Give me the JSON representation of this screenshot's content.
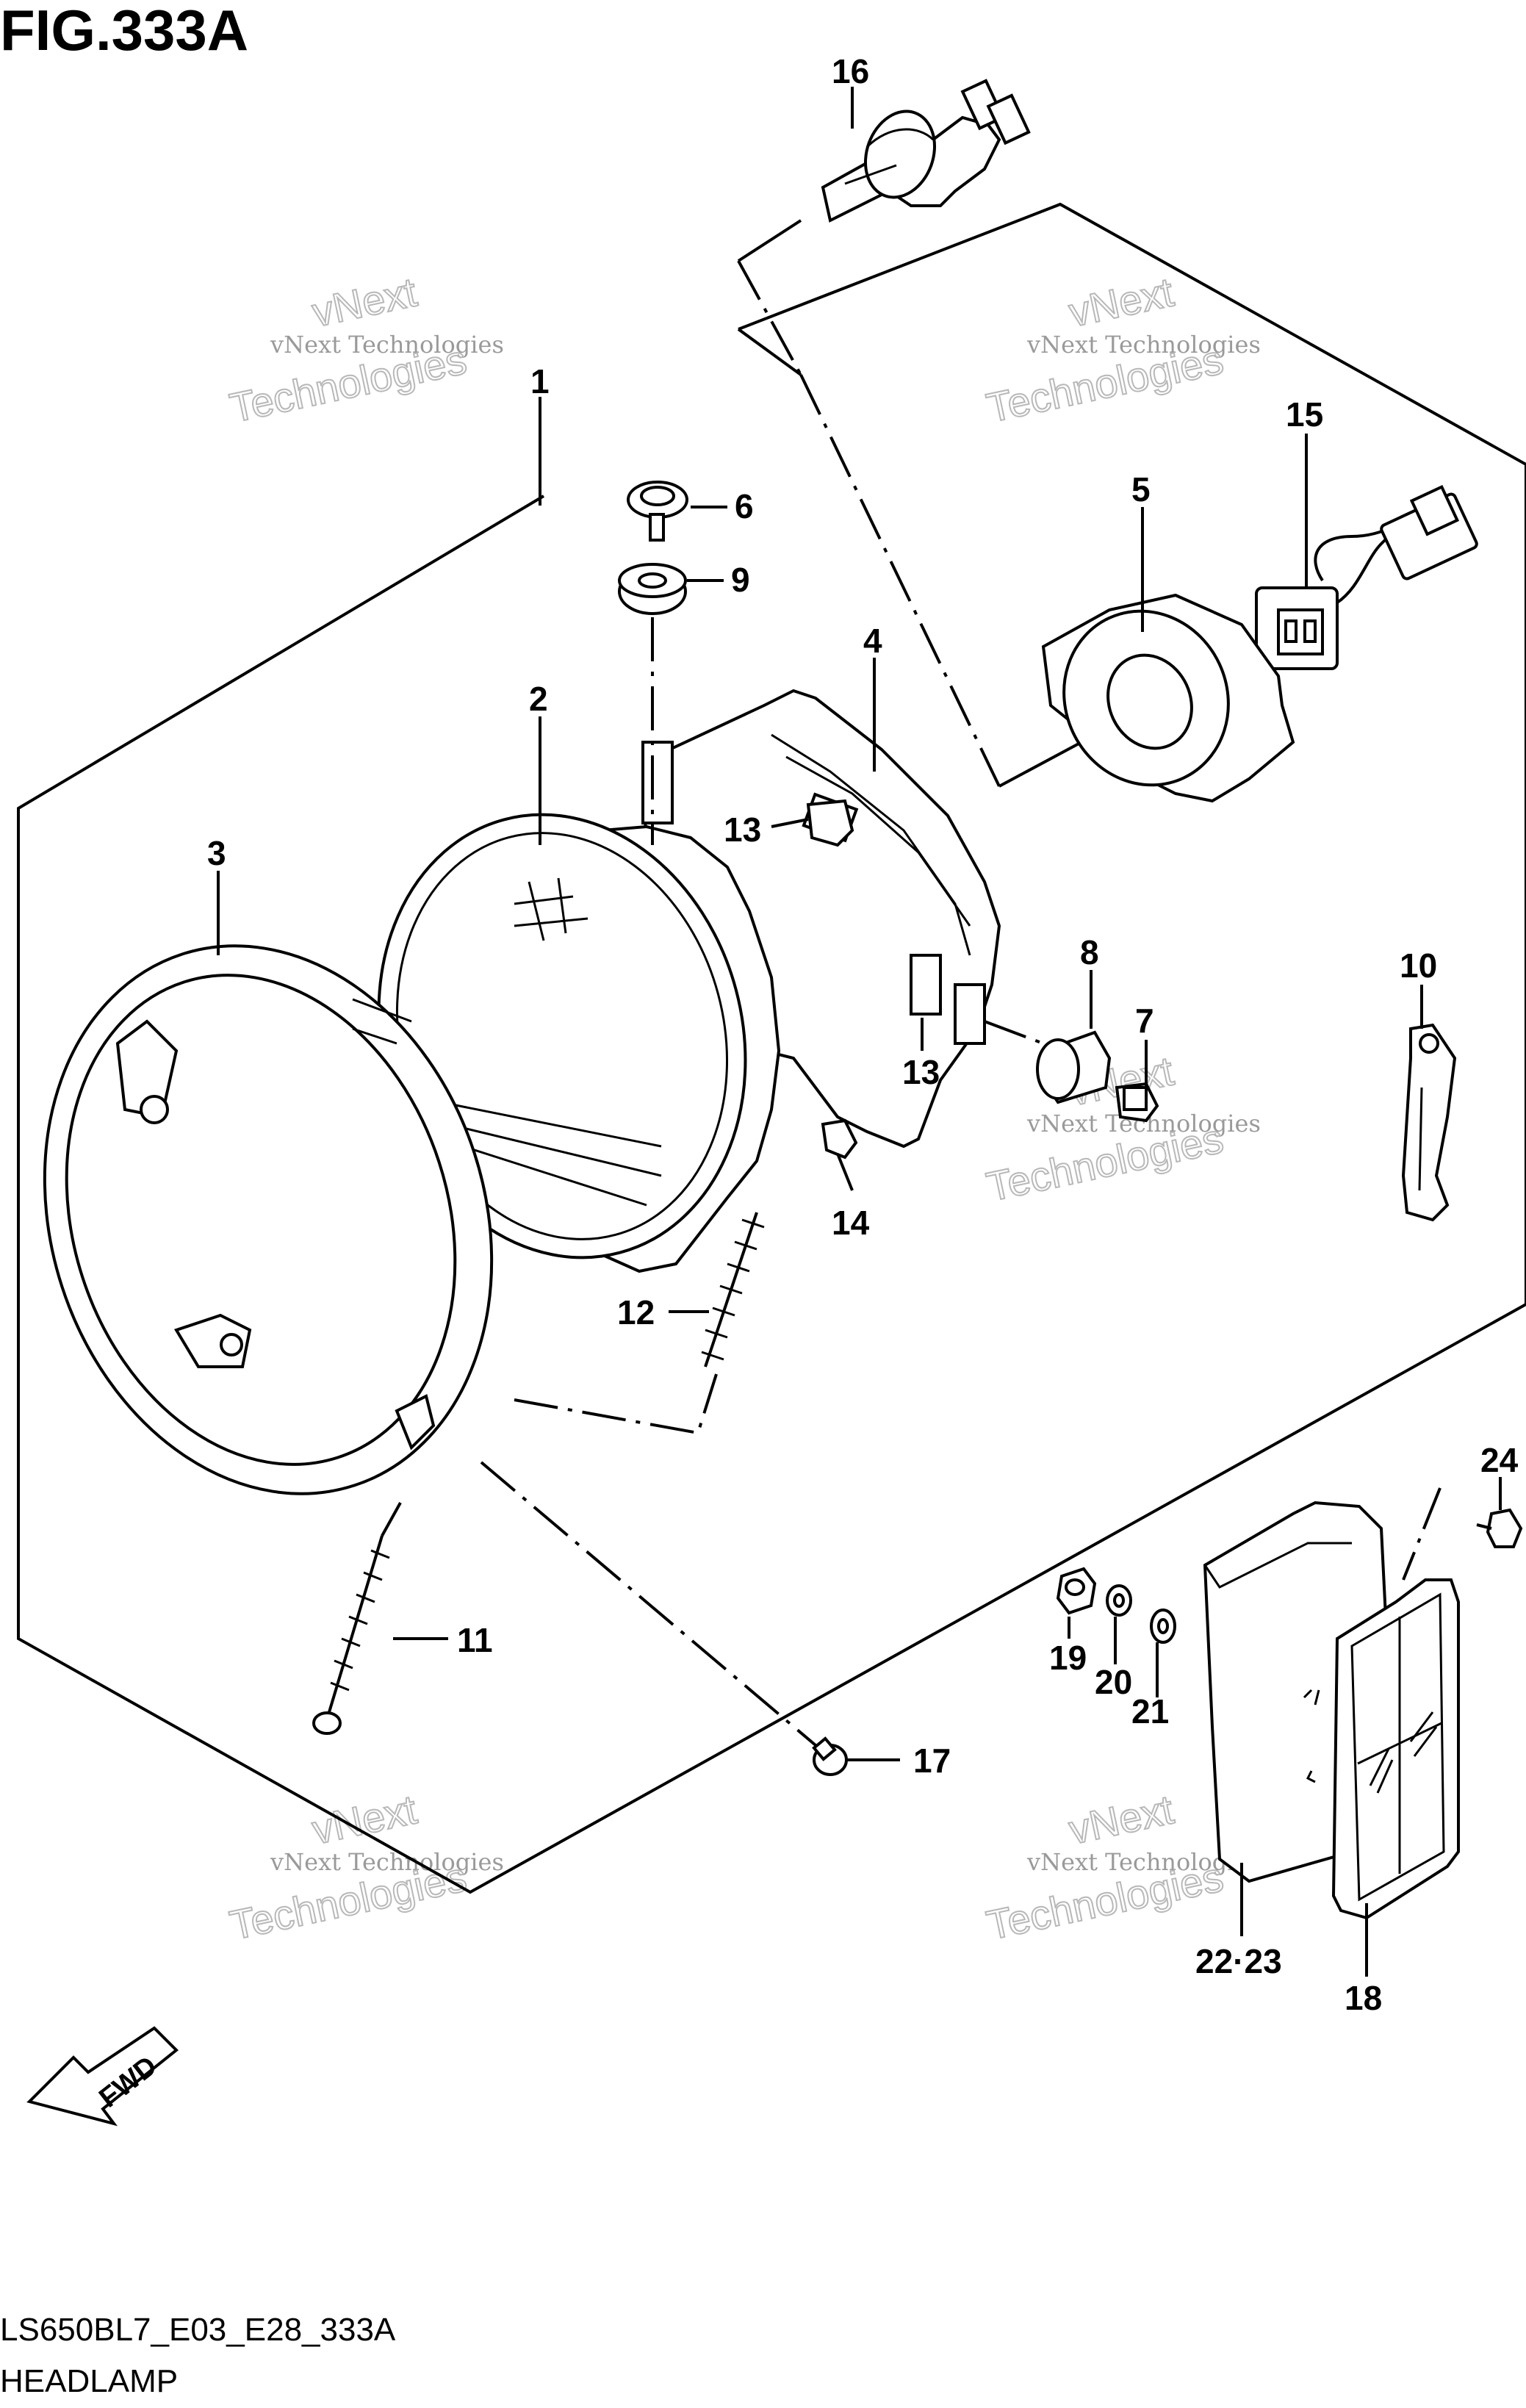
{
  "figure": {
    "title": "FIG.333A",
    "model_code": "LS650BL7_E03_E28_333A",
    "section_name": "HEADLAMP"
  },
  "direction_label": "FWD",
  "watermark": {
    "line1": "vNext Technologies",
    "line2": "vNext",
    "line3": "Technologies"
  },
  "callouts": [
    "16",
    "1",
    "15",
    "6",
    "5",
    "9",
    "4",
    "2",
    "13",
    "3",
    "8",
    "7",
    "10",
    "13",
    "14",
    "12",
    "24",
    "11",
    "19",
    "20",
    "21",
    "17",
    "22·23",
    "18"
  ],
  "colors": {
    "ink": "#000000",
    "background": "#ffffff",
    "watermark": "#9a9a9a"
  }
}
